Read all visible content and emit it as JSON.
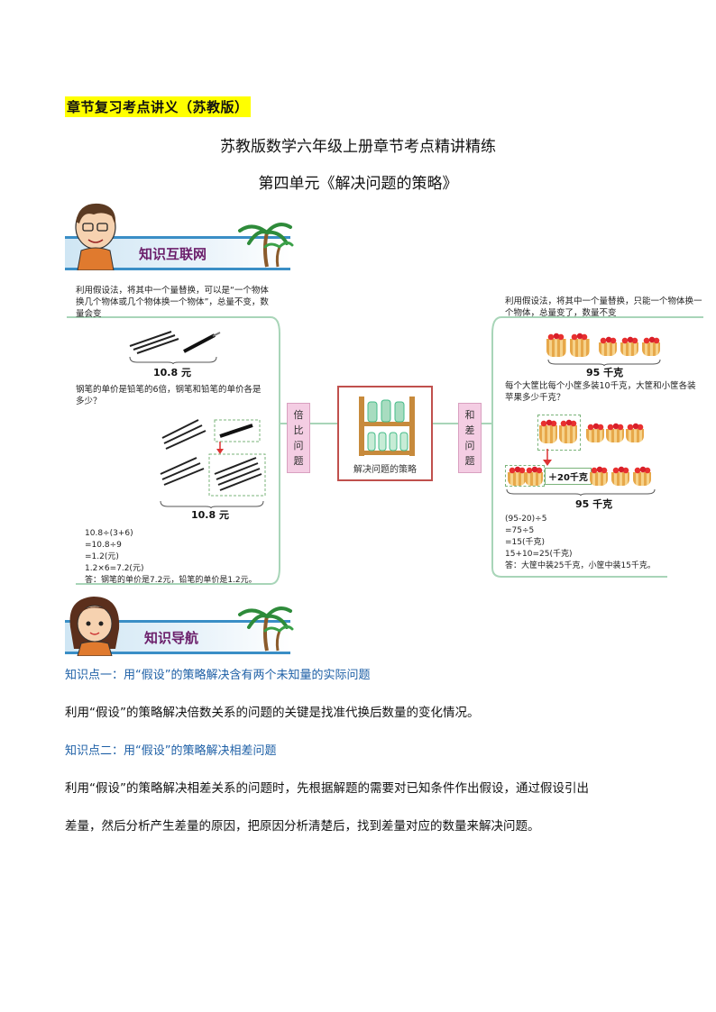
{
  "header_tag": "章节复习考点讲义（苏教版）",
  "title_main": "苏教版数学六年级上册章节考点精讲精练",
  "title_sub": "第四单元《解决问题的策略》",
  "banner1": "知识互联网",
  "banner2": "知识导航",
  "mindmap": {
    "center_label": "解决问题的策略",
    "left_branch": "倍比问题",
    "right_branch": "和差问题",
    "left": {
      "intro": "利用假设法，将其中一个量替换，可以是“一个物体换几个物体或几个物体换一个物体”，总量不变，数量会变",
      "price1": "10.8 元",
      "question": "钢笔的单价是铅笔的6倍，钢笔和铅笔的单价各是多少？",
      "price2": "10.8 元",
      "steps": [
        "10.8÷(3+6)",
        "=10.8÷9",
        "=1.2(元)",
        "1.2×6=7.2(元)",
        "答：钢笔的单价是7.2元，铅笔的单价是1.2元。"
      ]
    },
    "right": {
      "intro": "利用假设法，将其中一个量替换，只能一个物体换一个物体，总量变了，数量不变",
      "weight1": "95 千克",
      "question": "每个大筐比每个小筐多装10千克，大筐和小筐各装苹果多少千克？",
      "plus": "＋20千克",
      "weight2": "95 千克",
      "steps": [
        "(95-20)÷5",
        "=75÷5",
        "=15(千克)",
        "15+10=25(千克)",
        "答：大筐中装25千克，小筐中装15千克。"
      ]
    }
  },
  "kp1_title": "知识点一：用“假设”的策略解决含有两个未知量的实际问题",
  "kp1_body": "利用“假设”的策略解决倍数关系的问题的关键是找准代换后数量的变化情况。",
  "kp2_title": "知识点二：用“假设”的策略解决相差问题",
  "kp2_body_line1": "利用“假设”的策略解决相差关系的问题时，先根据解题的需要对已知条件作出假设，通过假设引出",
  "kp2_body_line2": "差量，然后分析产生差量的原因，把原因分析清楚后，找到差量对应的数量来解决问题。",
  "colors": {
    "banner_border": "#3a8ec6",
    "banner_text": "#6b1f6b",
    "knowledge_title": "#1d5fa6",
    "highlight": "#ffff00",
    "mindmap_line": "#a8d5b8",
    "branch_box": "#f4cde3"
  }
}
